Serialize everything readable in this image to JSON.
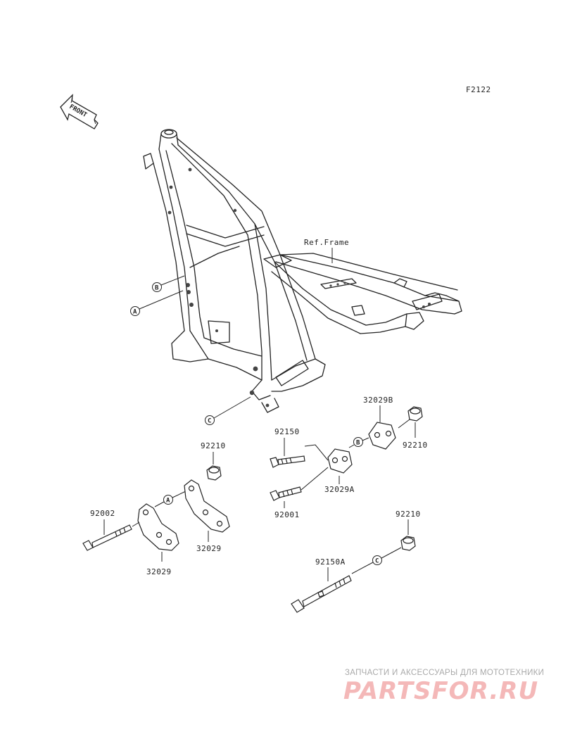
{
  "diagram": {
    "code": "F2122",
    "front_label": "FRONT",
    "frame_ref": "Ref.Frame",
    "callouts": {
      "a": "A",
      "b": "B",
      "c": "C"
    },
    "parts": {
      "p92150": "92150",
      "p92210_left": "92210",
      "p32029B": "32029B",
      "p92210_right": "92210",
      "p32029A": "32029A",
      "p92001": "92001",
      "p92002": "92002",
      "p32029_right": "32029",
      "p32029_left": "32029",
      "p92210_lower": "92210",
      "p92150A": "92150A"
    }
  },
  "watermark": {
    "tagline": "ЗАПЧАСТИ И АКСЕССУАРЫ ДЛЯ МОТОТЕХНИКИ",
    "logo": "PARTSFOR.RU"
  }
}
